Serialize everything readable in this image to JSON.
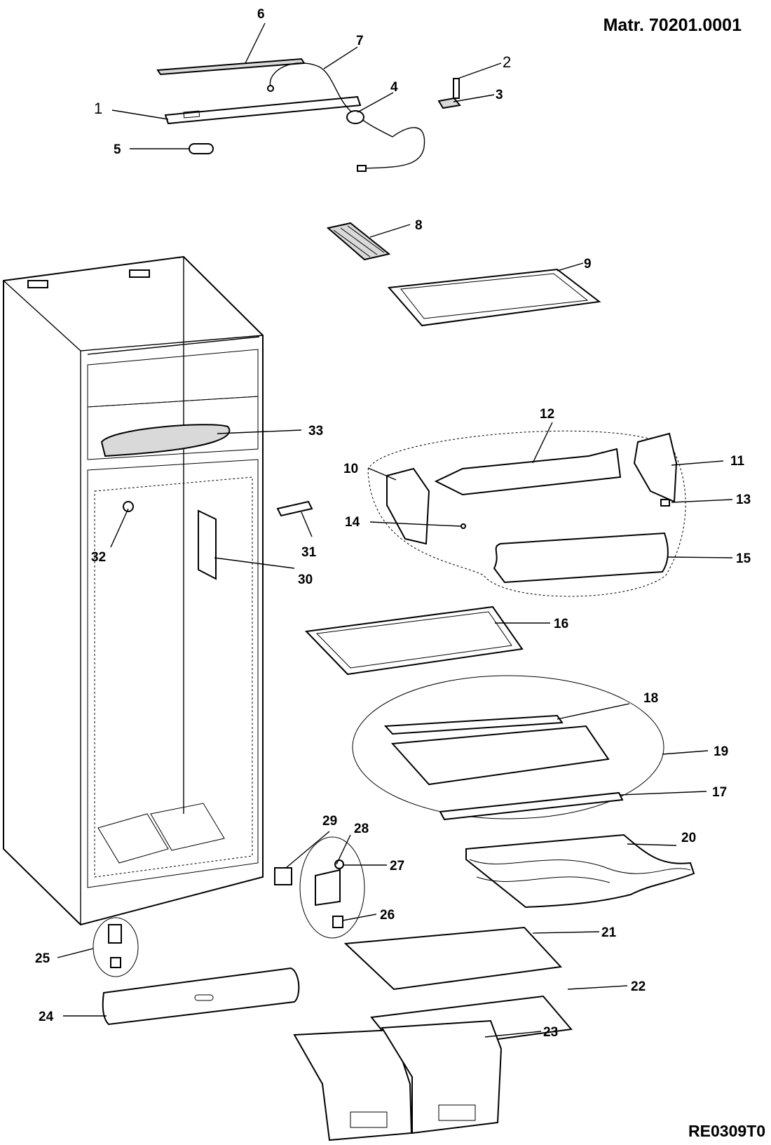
{
  "header": {
    "material_code": "Matr. 70201.0001"
  },
  "footer": {
    "drawing_code": "RE0309T0"
  },
  "callouts": {
    "p1": "1",
    "p2": "2",
    "p3": "3",
    "p4": "4",
    "p5": "5",
    "p6": "6",
    "p7": "7",
    "p8": "8",
    "p9": "9",
    "p10": "10",
    "p11": "11",
    "p12": "12",
    "p13": "13",
    "p14": "14",
    "p15": "15",
    "p16": "16",
    "p17": "17",
    "p18": "18",
    "p19": "19",
    "p20": "20",
    "p21": "21",
    "p22": "22",
    "p23": "23",
    "p24": "24",
    "p25": "25",
    "p26": "26",
    "p27": "27",
    "p28": "28",
    "p29": "29",
    "p30": "30",
    "p31": "31",
    "p32": "32",
    "p33": "33"
  }
}
